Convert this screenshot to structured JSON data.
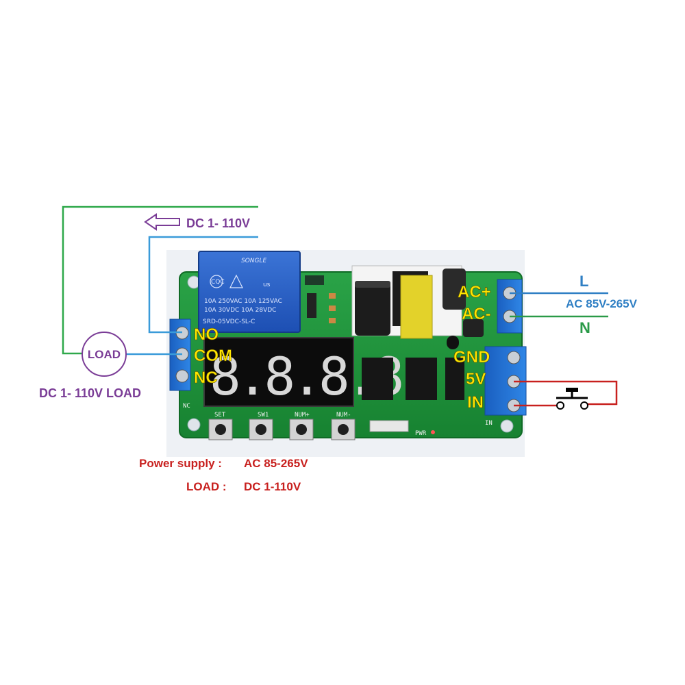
{
  "load_top": {
    "arrow_label": "DC 1- 110V"
  },
  "load_left": {
    "circle_label": "LOAD",
    "caption": "DC 1- 110V LOAD"
  },
  "relay_terminals": {
    "no": "NO",
    "com": "COM",
    "nc": "NC",
    "silk": "NC"
  },
  "power_terminals": {
    "ac_plus": "AC+",
    "ac_minus": "AC-"
  },
  "mains": {
    "l": "L",
    "n": "N",
    "range": "AC 85V-265V"
  },
  "input_terminals": {
    "gnd": "GND",
    "v5": "5V",
    "in": "IN",
    "silk": "IN"
  },
  "relay": {
    "brand": "SONGLE",
    "rating_1": "10A 250VAC   10A 125VAC",
    "rating_2": "10A  30VDC   10A  28VDC",
    "model": "SRD-05VDC-SL-C",
    "cert_1": "CQC",
    "cert_2": "us"
  },
  "display": {
    "digits": "8.8.8.8"
  },
  "buttons": {
    "set": "SET",
    "sw1": "SW1",
    "num_plus": "NUM+",
    "num_minus": "NUM-"
  },
  "pcb": {
    "pwr_silk": "PWR"
  },
  "specs": {
    "power_label": "Power supply :",
    "power_value": "AC 85-265V",
    "load_label": "LOAD :",
    "load_value": "DC 1-110V"
  },
  "colors": {
    "wire_green": "#2ea84a",
    "wire_blue": "#3a9bd9",
    "wire_red": "#c8201e",
    "label_purple": "#7a3c96",
    "label_red": "#c8201e",
    "mains_blue": "#2f7fc4",
    "mains_green": "#2a9a48",
    "pcb_green": "#1f8f3a",
    "terminal_blue": "#1f6fd0"
  }
}
